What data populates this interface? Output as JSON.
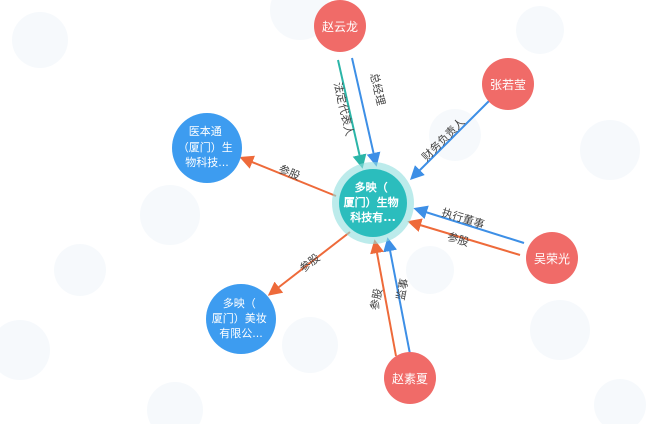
{
  "colors": {
    "center": "#2bbdbd",
    "center_ring": "#8fdede",
    "person": "#f06b68",
    "company": "#3d9cf0",
    "edge_blue": "#3d8fe6",
    "edge_orange": "#ee6a3a",
    "edge_teal": "#2bb5a8",
    "label": "#444444"
  },
  "nodes": {
    "center": {
      "lines": [
        "多映（",
        "厦门）生物",
        "科技有..."
      ]
    },
    "zhao_yunlong": {
      "label": "赵云龙"
    },
    "zhang_ruoying": {
      "label": "张若莹"
    },
    "wu_rongguang": {
      "label": "吴荣光"
    },
    "zhao_suqing": {
      "label": "赵素夏"
    },
    "yibentong": {
      "lines": [
        "医本通",
        "（厦门）生",
        "物科技..."
      ]
    },
    "duoying_meizhuang": {
      "lines": [
        "多映（",
        "厦门）美妆",
        "有限公..."
      ]
    }
  },
  "edges": {
    "zyl_general_manager": "总经理",
    "zyl_legal_rep": "法定代表人",
    "zry_finance": "财务负责人",
    "wrg_exec_director": "执行董事",
    "wrg_shareholding": "参股",
    "zsq_supervisor": "监事",
    "zsq_shareholding": "参股",
    "center_ybt_shareholding": "参股",
    "center_dymz_shareholding": "参股"
  }
}
